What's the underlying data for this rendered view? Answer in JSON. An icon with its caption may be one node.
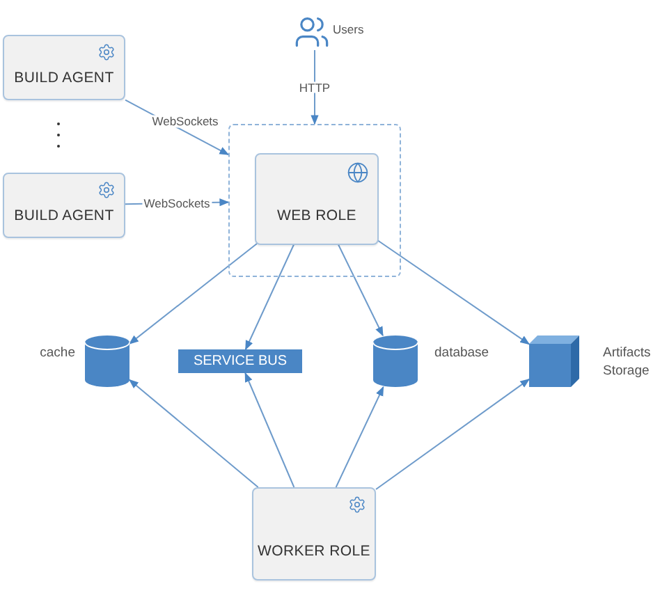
{
  "diagram": {
    "nodes": [
      {
        "text": [
          "BUILD AGENT"
        ]
      },
      {
        "text": [
          "BUILD AGENT"
        ]
      },
      {
        "text": [],
        "shape": "box"
      },
      {
        "text": [
          "WEB ROLE"
        ],
        "in": 2
      },
      {
        "text": [
          "Users"
        ]
      },
      {
        "text": [],
        "shape": "cylinder",
        "beside": [
          "cache"
        ]
      },
      {
        "text": [
          "SERVICE BUS"
        ]
      },
      {
        "text": [],
        "shape": "cylinder",
        "beside": [
          "database"
        ]
      },
      {
        "text": [],
        "shape": "cube",
        "beside": [
          "Artifacts Storage"
        ]
      },
      {
        "text": [
          "WORKER ROLE"
        ]
      }
    ],
    "edges": [
      {
        "from": 0,
        "to": 2,
        "arrow": "to",
        "label": "WebSockets"
      },
      {
        "from": 1,
        "to": 2,
        "arrow": "to",
        "label": "WebSockets"
      },
      {
        "from": 4,
        "to": 2,
        "arrow": "to",
        "label": "HTTP"
      },
      {
        "from": 3,
        "to": 5,
        "arrow": "to"
      },
      {
        "from": 3,
        "to": 6,
        "arrow": "to"
      },
      {
        "from": 3,
        "to": 7,
        "arrow": "to"
      },
      {
        "from": 3,
        "to": 8,
        "arrow": "to"
      },
      {
        "from": 9,
        "to": 5,
        "arrow": "to"
      },
      {
        "from": 9,
        "to": 6,
        "arrow": "to"
      },
      {
        "from": 9,
        "to": 7,
        "arrow": "to"
      },
      {
        "from": 9,
        "to": 8,
        "arrow": "to"
      }
    ]
  }
}
